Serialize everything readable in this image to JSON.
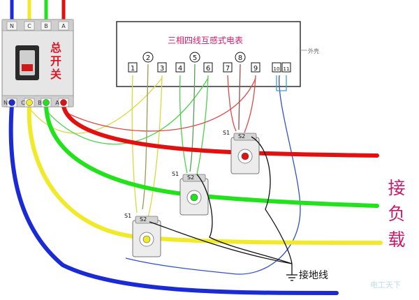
{
  "breaker": {
    "name": "总开关",
    "top_terminals": [
      "N",
      "C",
      "B",
      "A"
    ],
    "bottom_terminals": [
      "N",
      "C",
      "B",
      "A"
    ]
  },
  "meter": {
    "title": "三相四线互感式电表",
    "terminals": [
      "1",
      "2",
      "3",
      "4",
      "5",
      "6",
      "7",
      "8",
      "9",
      "10",
      "11"
    ],
    "circled_terminals": [
      "2",
      "5",
      "8"
    ]
  },
  "case_label": "外壳",
  "ct_labels": {
    "s1": "S1",
    "s2": "S2"
  },
  "load_label": "接负载",
  "ground_label": "接地线",
  "watermark": "电工天下",
  "wire_colors": {
    "neutral": "#1a2bd6",
    "phase_c": "#f0ea2a",
    "phase_b": "#22e21c",
    "phase_a": "#e21111"
  }
}
